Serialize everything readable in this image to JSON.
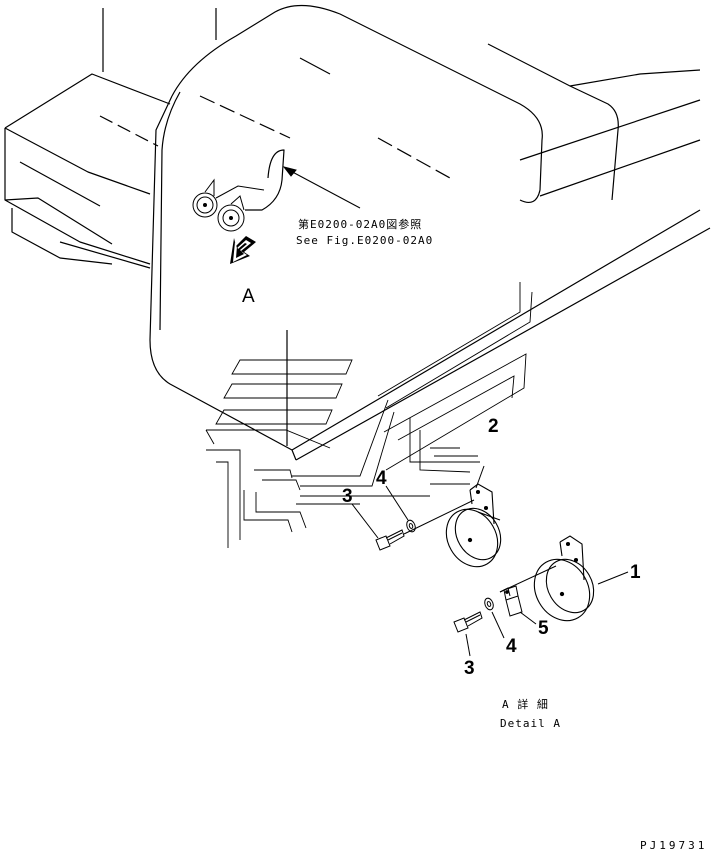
{
  "reference_note": {
    "jp": "第E0200-02A0図参照",
    "en": "See Fig.E0200-02A0"
  },
  "view_marker": "A",
  "part_numbers": {
    "horn_detail": "1",
    "horn_upper": "2",
    "bolt_upper": "3",
    "washer_upper": "4",
    "bolt_lower": "3",
    "washer_lower": "4",
    "spacer": "5"
  },
  "detail_caption": {
    "jp": "A 詳 細",
    "en": "Detail A"
  },
  "drawing_id": "PJ19731"
}
